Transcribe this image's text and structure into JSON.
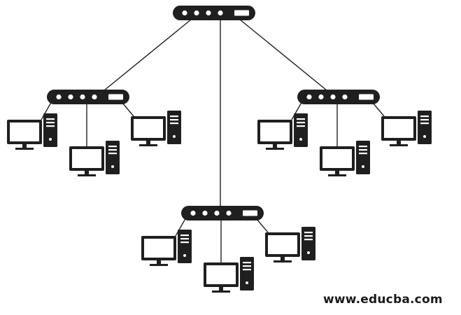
{
  "diagram": {
    "watermark_text": "www.educba.com",
    "colors": {
      "device": "#1f1f1f",
      "line": "#222222",
      "screen": "#ffffff",
      "background": "#ffffff"
    },
    "icons": {
      "hub": "network-switch-icon",
      "workstation": "desktop-computer-icon"
    },
    "topology": {
      "root": "hub-root",
      "hubs": [
        {
          "id": "hub-root",
          "children": [
            "hub-left",
            "hub-right",
            "hub-bottom"
          ]
        },
        {
          "id": "hub-left",
          "computers": 3
        },
        {
          "id": "hub-right",
          "computers": 3
        },
        {
          "id": "hub-bottom",
          "computers": 3
        }
      ]
    }
  }
}
